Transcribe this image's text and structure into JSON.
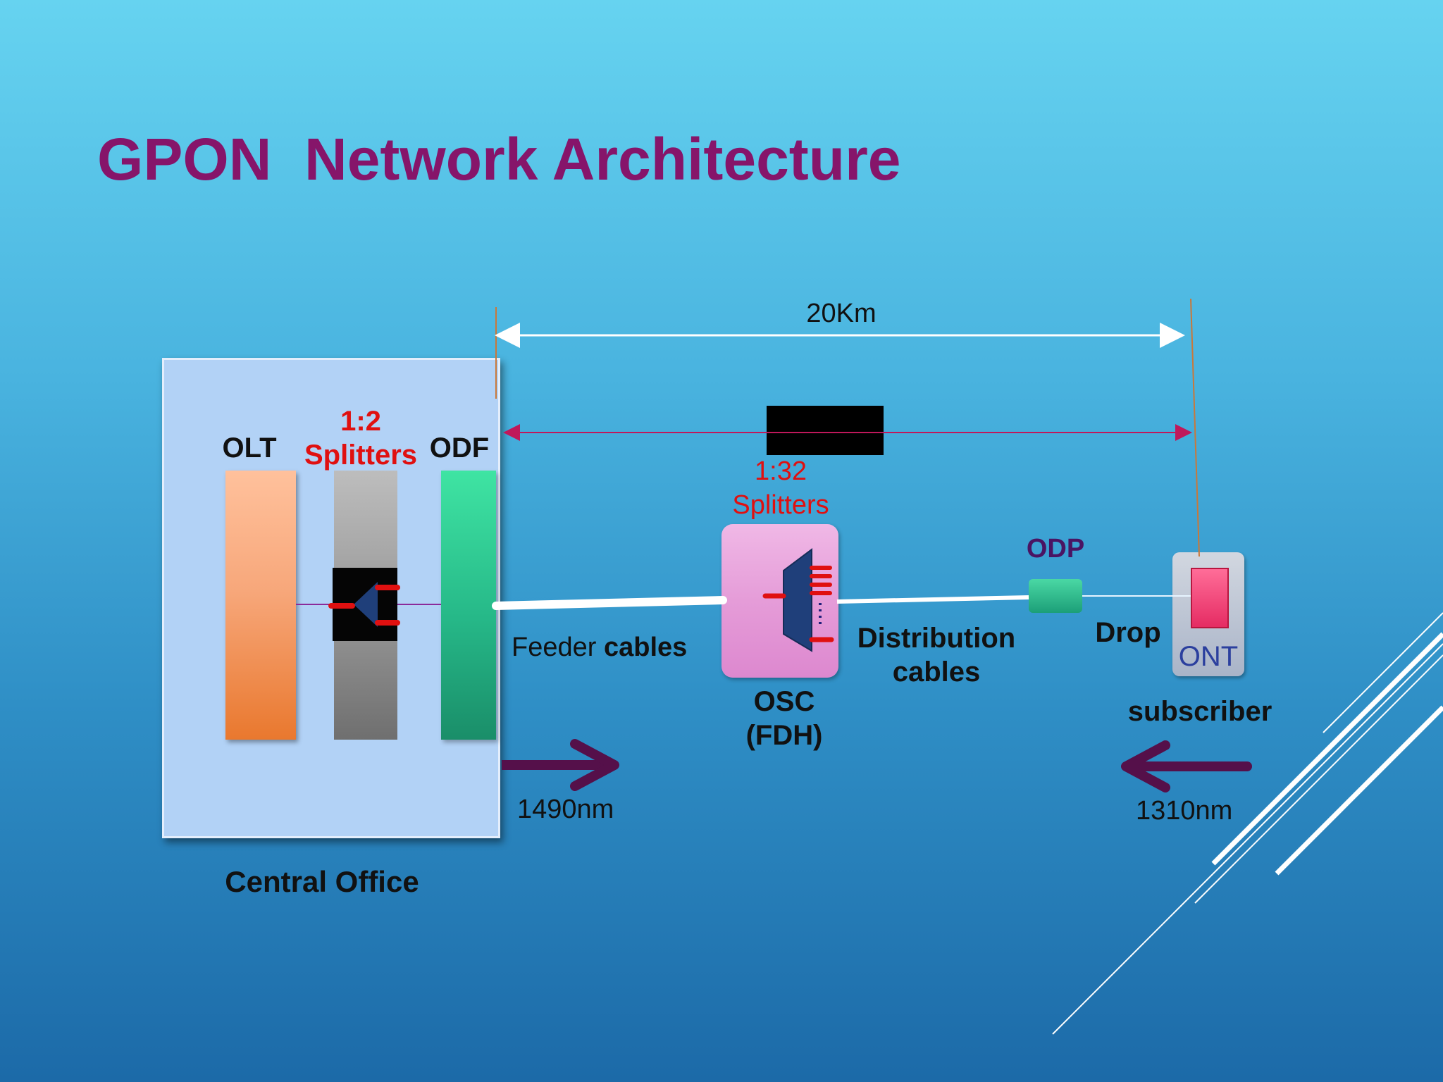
{
  "title": "GPON  Network Architecture",
  "labels": {
    "olt": "OLT",
    "splitter_ratio_1": "1:2",
    "splitter_word_1": "Splitters",
    "odf": "ODF",
    "central_office": "Central Office",
    "distance": "20Km",
    "splitter_ratio_2": "1:32",
    "splitter_word_2": "Splitters",
    "feeder_plain": "Feeder",
    "feeder_bold": "cables",
    "osc_line1": "OSC",
    "osc_line2": "(FDH)",
    "distribution_line1": "Distribution",
    "distribution_line2": "cables",
    "odp": "ODP",
    "drop": "Drop",
    "ont": "ONT",
    "subscriber": "subscriber",
    "downstream_wavelength": "1490nm",
    "upstream_wavelength": "1310nm"
  },
  "colors": {
    "title": "#86156a",
    "splitter_text": "#e01010",
    "odp_text": "#4a1463",
    "arrow": "#55104a",
    "range_line": "#c0185a"
  }
}
